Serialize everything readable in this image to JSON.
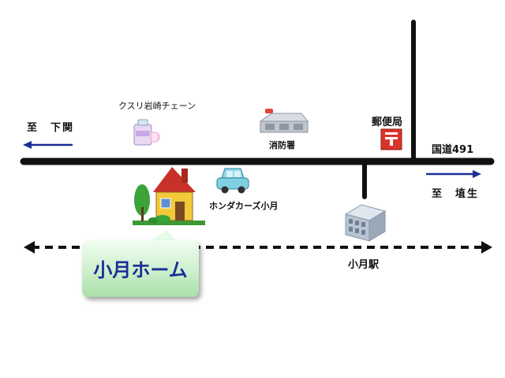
{
  "map": {
    "labels": {
      "to_shimonoseki": "至　下関",
      "to_hanyu": "至　埴生",
      "route": "国道491",
      "drugstore": "クスリ岩崎チェーン",
      "fire_station": "消防署",
      "post_office": "郵便局",
      "car_dealer": "ホンダカーズ小月",
      "station": "小月駅",
      "home": "小月ホーム"
    },
    "colors": {
      "road": "#111111",
      "arrow": "#1a2f96",
      "callout_text": "#1a2f96",
      "callout_bg": "#c8eec8",
      "car": "#7fd0e0",
      "house_wall": "#f3c83a",
      "house_roof": "#c8302a",
      "building": "#aab7c8"
    },
    "icons": {
      "drugstore": "drugstore-icon",
      "fire_station": "fire-station-icon",
      "post_office": "post-office-icon",
      "car_dealer": "car-icon",
      "station": "station-building-icon",
      "home": "house-icon"
    }
  }
}
